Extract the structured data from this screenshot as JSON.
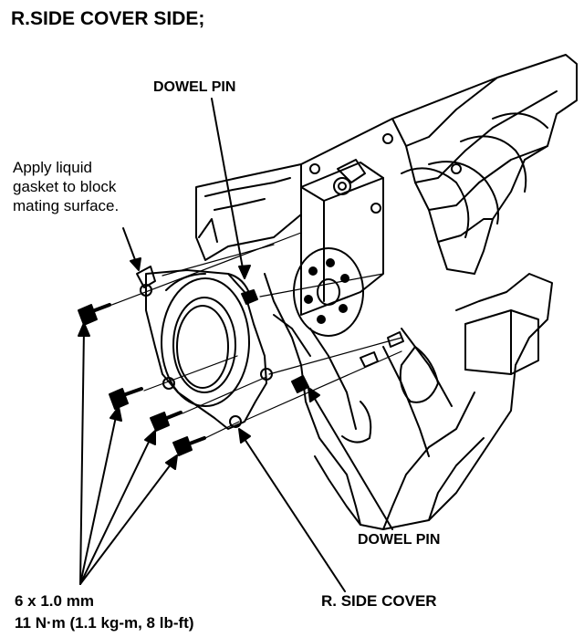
{
  "title": "R.SIDE COVER SIDE;",
  "labels": {
    "dowel_pin_top": "DOWEL PIN",
    "dowel_pin_bottom": "DOWEL PIN",
    "r_side_cover": "R. SIDE COVER",
    "bolt_size": "6 x 1.0 mm",
    "torque": "11 N·m (1.1 kg-m, 8 lb-ft)",
    "gasket_note": [
      "Apply liquid",
      "gasket to block",
      "mating surface."
    ]
  },
  "colors": {
    "ink": "#000000",
    "paper": "#ffffff"
  }
}
